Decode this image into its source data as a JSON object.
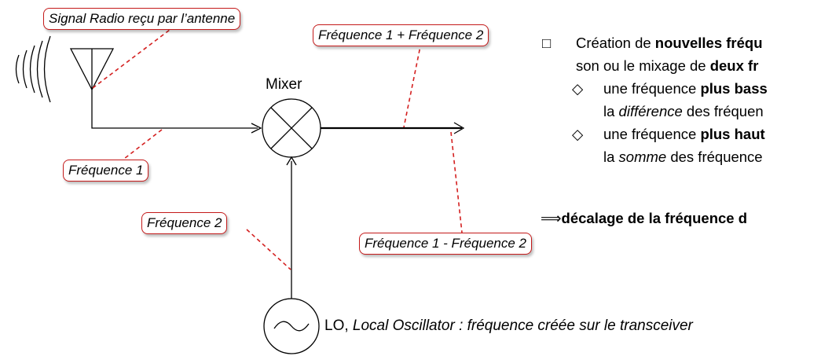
{
  "labels": {
    "signal": "Signal Radio reçu par l’antenne",
    "freq_sum": "Fréquence 1 + Fréquence 2",
    "freq1": "Fréquence 1",
    "freq2": "Fréquence 2",
    "freq_diff": "Fréquence 1 - Fréquence 2",
    "mixer": "Mixer",
    "lo_abbr": "LO,",
    "lo_desc": "Local Oscillator : fréquence créée sur le transceiver"
  },
  "text_block": {
    "item1_pre": "Création de ",
    "item1_bold": "nouvelles fréqu",
    "item1_line2_pre": "son ou le mixage de ",
    "item1_line2_bold": "deux fr",
    "sub1_pre": "une fréquence ",
    "sub1_bold": "plus bass",
    "sub1_line2_pre": "la ",
    "sub1_line2_ital": "différence",
    "sub1_line2_post": " des fréquen",
    "sub2_pre": "une fréquence ",
    "sub2_bold": "plus haut",
    "sub2_line2_pre": "la ",
    "sub2_line2_ital": "somme",
    "sub2_line2_post": " des fréquence",
    "conclusion_arrow": "⟹",
    "conclusion": "décalage de la fréquence d"
  },
  "markers": {
    "square": "□",
    "diamond": "◇"
  },
  "colors": {
    "callout_border": "#c41a1a",
    "leader": "#d42020"
  }
}
